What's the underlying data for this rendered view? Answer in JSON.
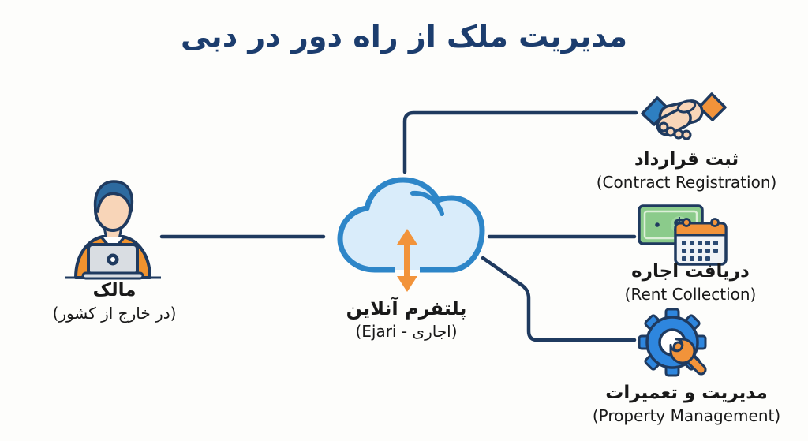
{
  "title": "مدیریت ملک از راه دور در دبی",
  "owner": {
    "label": "مالک",
    "sublabel": "(در خارج از کشور)",
    "icon": "person-laptop-icon"
  },
  "platform": {
    "label": "پلتفرم آنلاین",
    "sublabel": "(اجاری - Ejari)",
    "icon": "cloud-icon",
    "arrow_icon": "sync-arrow-icon"
  },
  "services": [
    {
      "id": "contract",
      "icon": "handshake-icon",
      "label": "ثبت قرارداد",
      "sublabel": "(Contract Registration)"
    },
    {
      "id": "rent",
      "icon": "money-calendar-icon",
      "label": "دریافت اجاره",
      "sublabel": "(Rent Collection)"
    },
    {
      "id": "maintenance",
      "icon": "gear-wrench-icon",
      "label": "مدیریت و تعمیرات",
      "sublabel": "(Property Management)"
    }
  ],
  "colors": {
    "background": "#FDFDFB",
    "title_navy": "#1C3D6E",
    "outline_navy": "#1F3A5F",
    "connector_navy": "#1F3A5F",
    "blue": "#2E86DE",
    "cloud_stroke": "#2E86C8",
    "cloud_fill": "#D9ECFA",
    "orange": "#F2933A",
    "skin": "#F8D5B8",
    "money_green": "#8BCB8B",
    "text_black": "#191919"
  }
}
